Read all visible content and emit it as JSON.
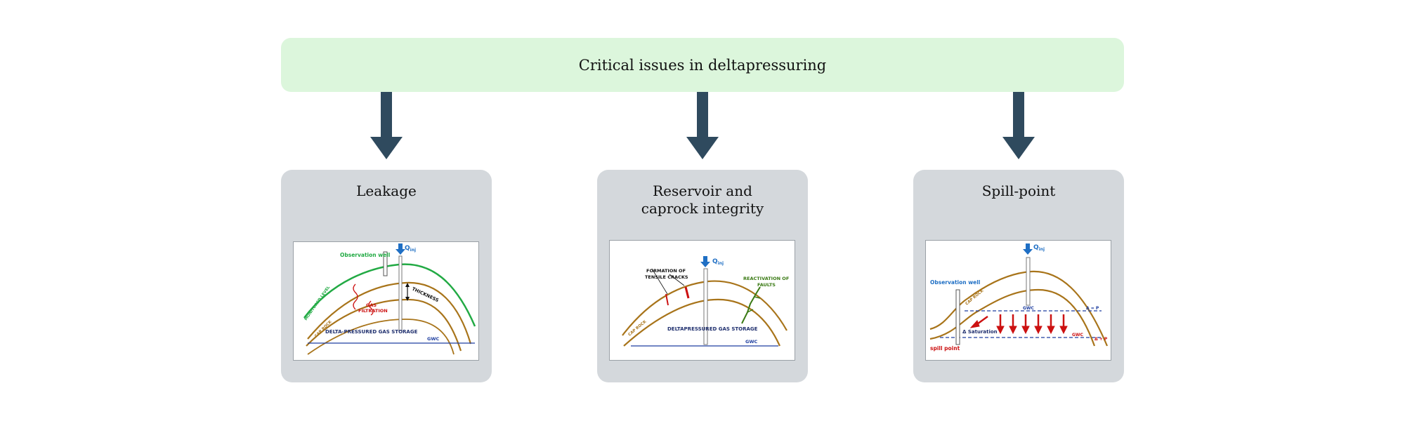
{
  "title": "Critical issues in deltapressuring",
  "colors": {
    "top_box": "#dcf6dc",
    "card": "#d4d8dc",
    "arrow": "#2f4a5e",
    "rock": "#a8741a",
    "green_line": "#22aa44",
    "blue": "#1f6fc4",
    "red": "#cc1111"
  },
  "cards": [
    {
      "title": "Leakage",
      "figure": {
        "observation_well": "Observation well",
        "q_inj": "Q",
        "q_sub": "inj",
        "thickness": "THICKNESS",
        "gas_filtration_1": "GAS",
        "gas_filtration_2": "FILTRATION",
        "monitored_level": "MONITORED LEVEL",
        "cap_rock": "CAP ROCK",
        "storage": "DELTA-PRESSURED GAS STORAGE",
        "gwc": "GWC"
      }
    },
    {
      "title": "Reservoir and\ncaprock integrity",
      "figure": {
        "q_inj": "Q",
        "q_sub": "inj",
        "tensile_1": "FORMATION OF",
        "tensile_2": "TENSILE CRACKS",
        "faults_1": "REACTIVATION OF",
        "faults_2": "FAULTS",
        "cap_rock": "CAP ROCK",
        "storage": "DELTAPRESSURED GAS STORAGE",
        "gwc": "GWC"
      }
    },
    {
      "title": "Spill-point",
      "figure": {
        "q_inj": "Q",
        "q_sub": "inj",
        "observation_well": "Observation well",
        "cap_rock": "CAP ROCK",
        "gwc_top": "GWC",
        "saturation": "Δ Saturation",
        "gwc_bottom": "GWC",
        "p_top": "Δ = P",
        "p_bottom": "Δ + P",
        "spill_point": "spill point"
      }
    }
  ]
}
